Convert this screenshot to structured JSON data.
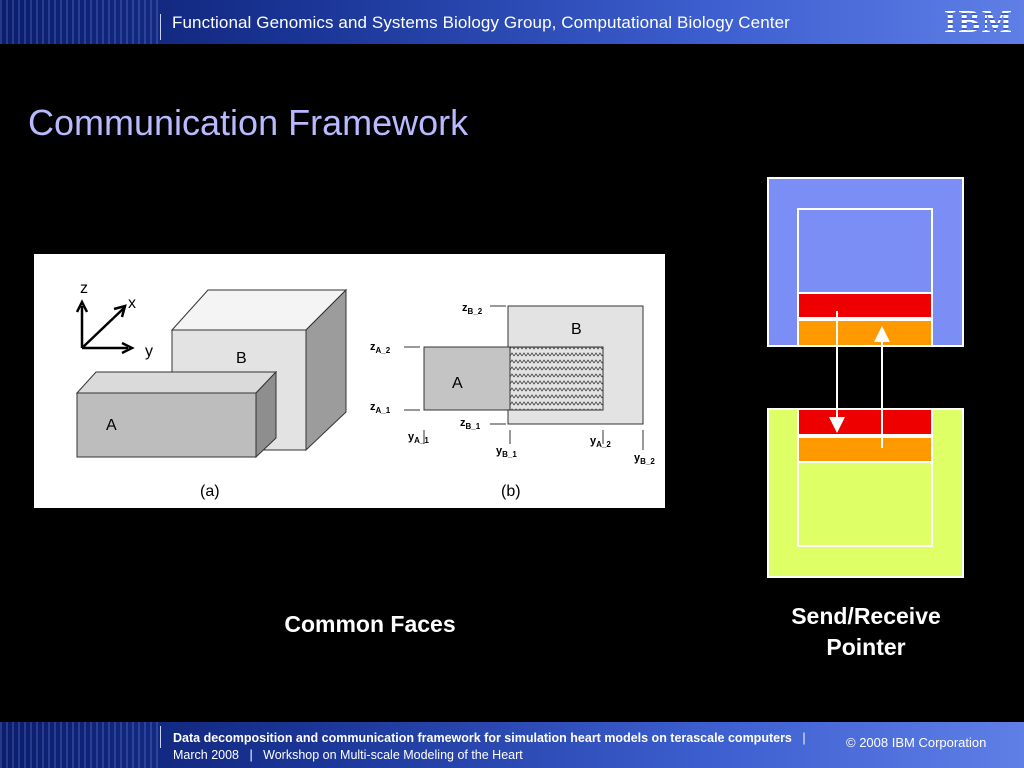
{
  "header": {
    "title": "Functional Genomics and Systems Biology Group, Computational Biology Center",
    "logo": "IBM"
  },
  "slide": {
    "title": "Communication Framework"
  },
  "figure": {
    "axis_z": "z",
    "axis_x": "x",
    "axis_y": "y",
    "block_a": "A",
    "block_b": "B",
    "label_a": "(a)",
    "label_b": "(b)",
    "zB2": "z",
    "zB2_sub": "B_2",
    "zA2": "z",
    "zA2_sub": "A_2",
    "zA1": "z",
    "zA1_sub": "A_1",
    "zB1": "z",
    "zB1_sub": "B_1",
    "yA1": "y",
    "yA1_sub": "A_1",
    "yB1": "y",
    "yB1_sub": "B_1",
    "yA2": "y",
    "yA2_sub": "A_2",
    "yB2": "y",
    "yB2_sub": "B_2"
  },
  "captions": {
    "common_faces": "Common Faces",
    "send_receive_line1": "Send/Receive",
    "send_receive_line2": "Pointer"
  },
  "colors": {
    "top_block": "#7b8ef5",
    "bottom_block": "#deff66",
    "send_band": "#ee0000",
    "receive_band": "#ff9900",
    "title": "#b9b9ff"
  },
  "footer": {
    "description": "Data decomposition and communication framework for simulation heart models on terascale computers",
    "date": "March 2008",
    "event": "Workshop on Multi-scale Modeling of the Heart",
    "copyright": "© 2008 IBM Corporation",
    "separator": "|"
  }
}
